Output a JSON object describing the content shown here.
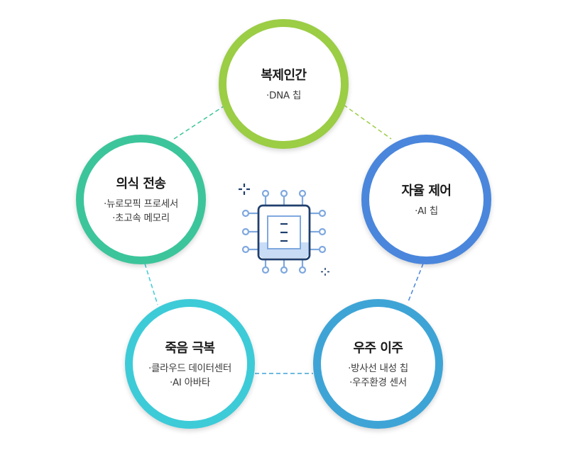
{
  "colors": {
    "replication": "#9bcd45",
    "autonomy": "#4a86dc",
    "migration": "#3ea4d6",
    "death": "#3dcbd8",
    "transfer": "#3cc59a",
    "chip_stroke": "#1f3f6e",
    "chip_pin": "#7fa8df",
    "chip_fill": "#c9dcf6"
  },
  "center_icon": "microchip-icon",
  "nodes": {
    "replication": {
      "title": "복제인간",
      "items": [
        "DNA 칩"
      ]
    },
    "autonomy": {
      "title": "자율 제어",
      "items": [
        "AI 칩"
      ]
    },
    "migration": {
      "title": "우주 이주",
      "items": [
        "방사선 내성 칩",
        "우주환경 센서"
      ]
    },
    "death": {
      "title": "죽음 극복",
      "items": [
        "클라우드 데이터센터",
        "AI 아바타"
      ]
    },
    "transfer": {
      "title": "의식 전송",
      "items": [
        "뉴로모픽 프로세서",
        "초고속 메모리"
      ]
    }
  }
}
